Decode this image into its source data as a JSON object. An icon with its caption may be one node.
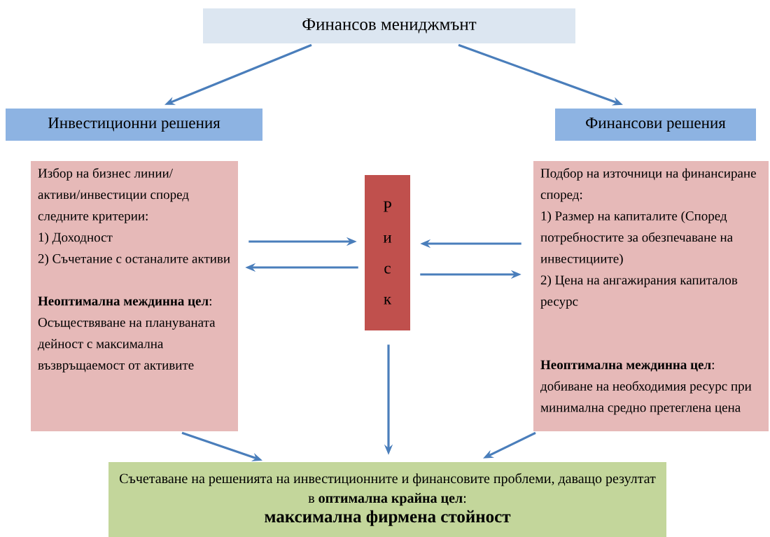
{
  "diagram": {
    "nodes": [
      {
        "text": [
          "Финансов мениджмънт"
        ]
      },
      {
        "text": [
          "Инвестиционни решения"
        ]
      },
      {
        "text": [
          "Финансови решения"
        ]
      },
      {
        "text": [
          "Избор на бизнес линии/ активи/инвестиции според следните критерии:",
          "1) Доходност",
          "2) Съчетание с останалите активи",
          "**Неоптимална междинна цел**: Осъществяване на плануваната дейност с максимална възвръщаемост от активите"
        ]
      },
      {
        "text": [
          "Р и с к"
        ]
      },
      {
        "text": [
          "Подбор на източници на финансиране според:",
          "1) Размер на капиталите (Според потребностите за обезпечаване на инвестициите)",
          "2) Цена на ангажирания капиталов ресурс",
          "**Неоптимална междинна цел**: добиване на необходимия ресурс при минимална средно претеглена цена"
        ]
      },
      {
        "text": [
          "Съчетаване на решенията на инвестиционните и финансовите проблеми, даващо резултат в **оптимална крайна цел**:",
          "максимална фирмена стойност"
        ]
      }
    ],
    "edges": [
      {
        "from": 0,
        "to": 1,
        "arrow": "to"
      },
      {
        "from": 0,
        "to": 2,
        "arrow": "to"
      },
      {
        "from": 3,
        "to": 4,
        "arrow": "to"
      },
      {
        "from": 4,
        "to": 3,
        "arrow": "to"
      },
      {
        "from": 5,
        "to": 4,
        "arrow": "to"
      },
      {
        "from": 4,
        "to": 5,
        "arrow": "to"
      },
      {
        "from": 4,
        "to": 6,
        "arrow": "to"
      },
      {
        "from": 3,
        "to": 6,
        "arrow": "to"
      },
      {
        "from": 5,
        "to": 6,
        "arrow": "to"
      }
    ]
  }
}
